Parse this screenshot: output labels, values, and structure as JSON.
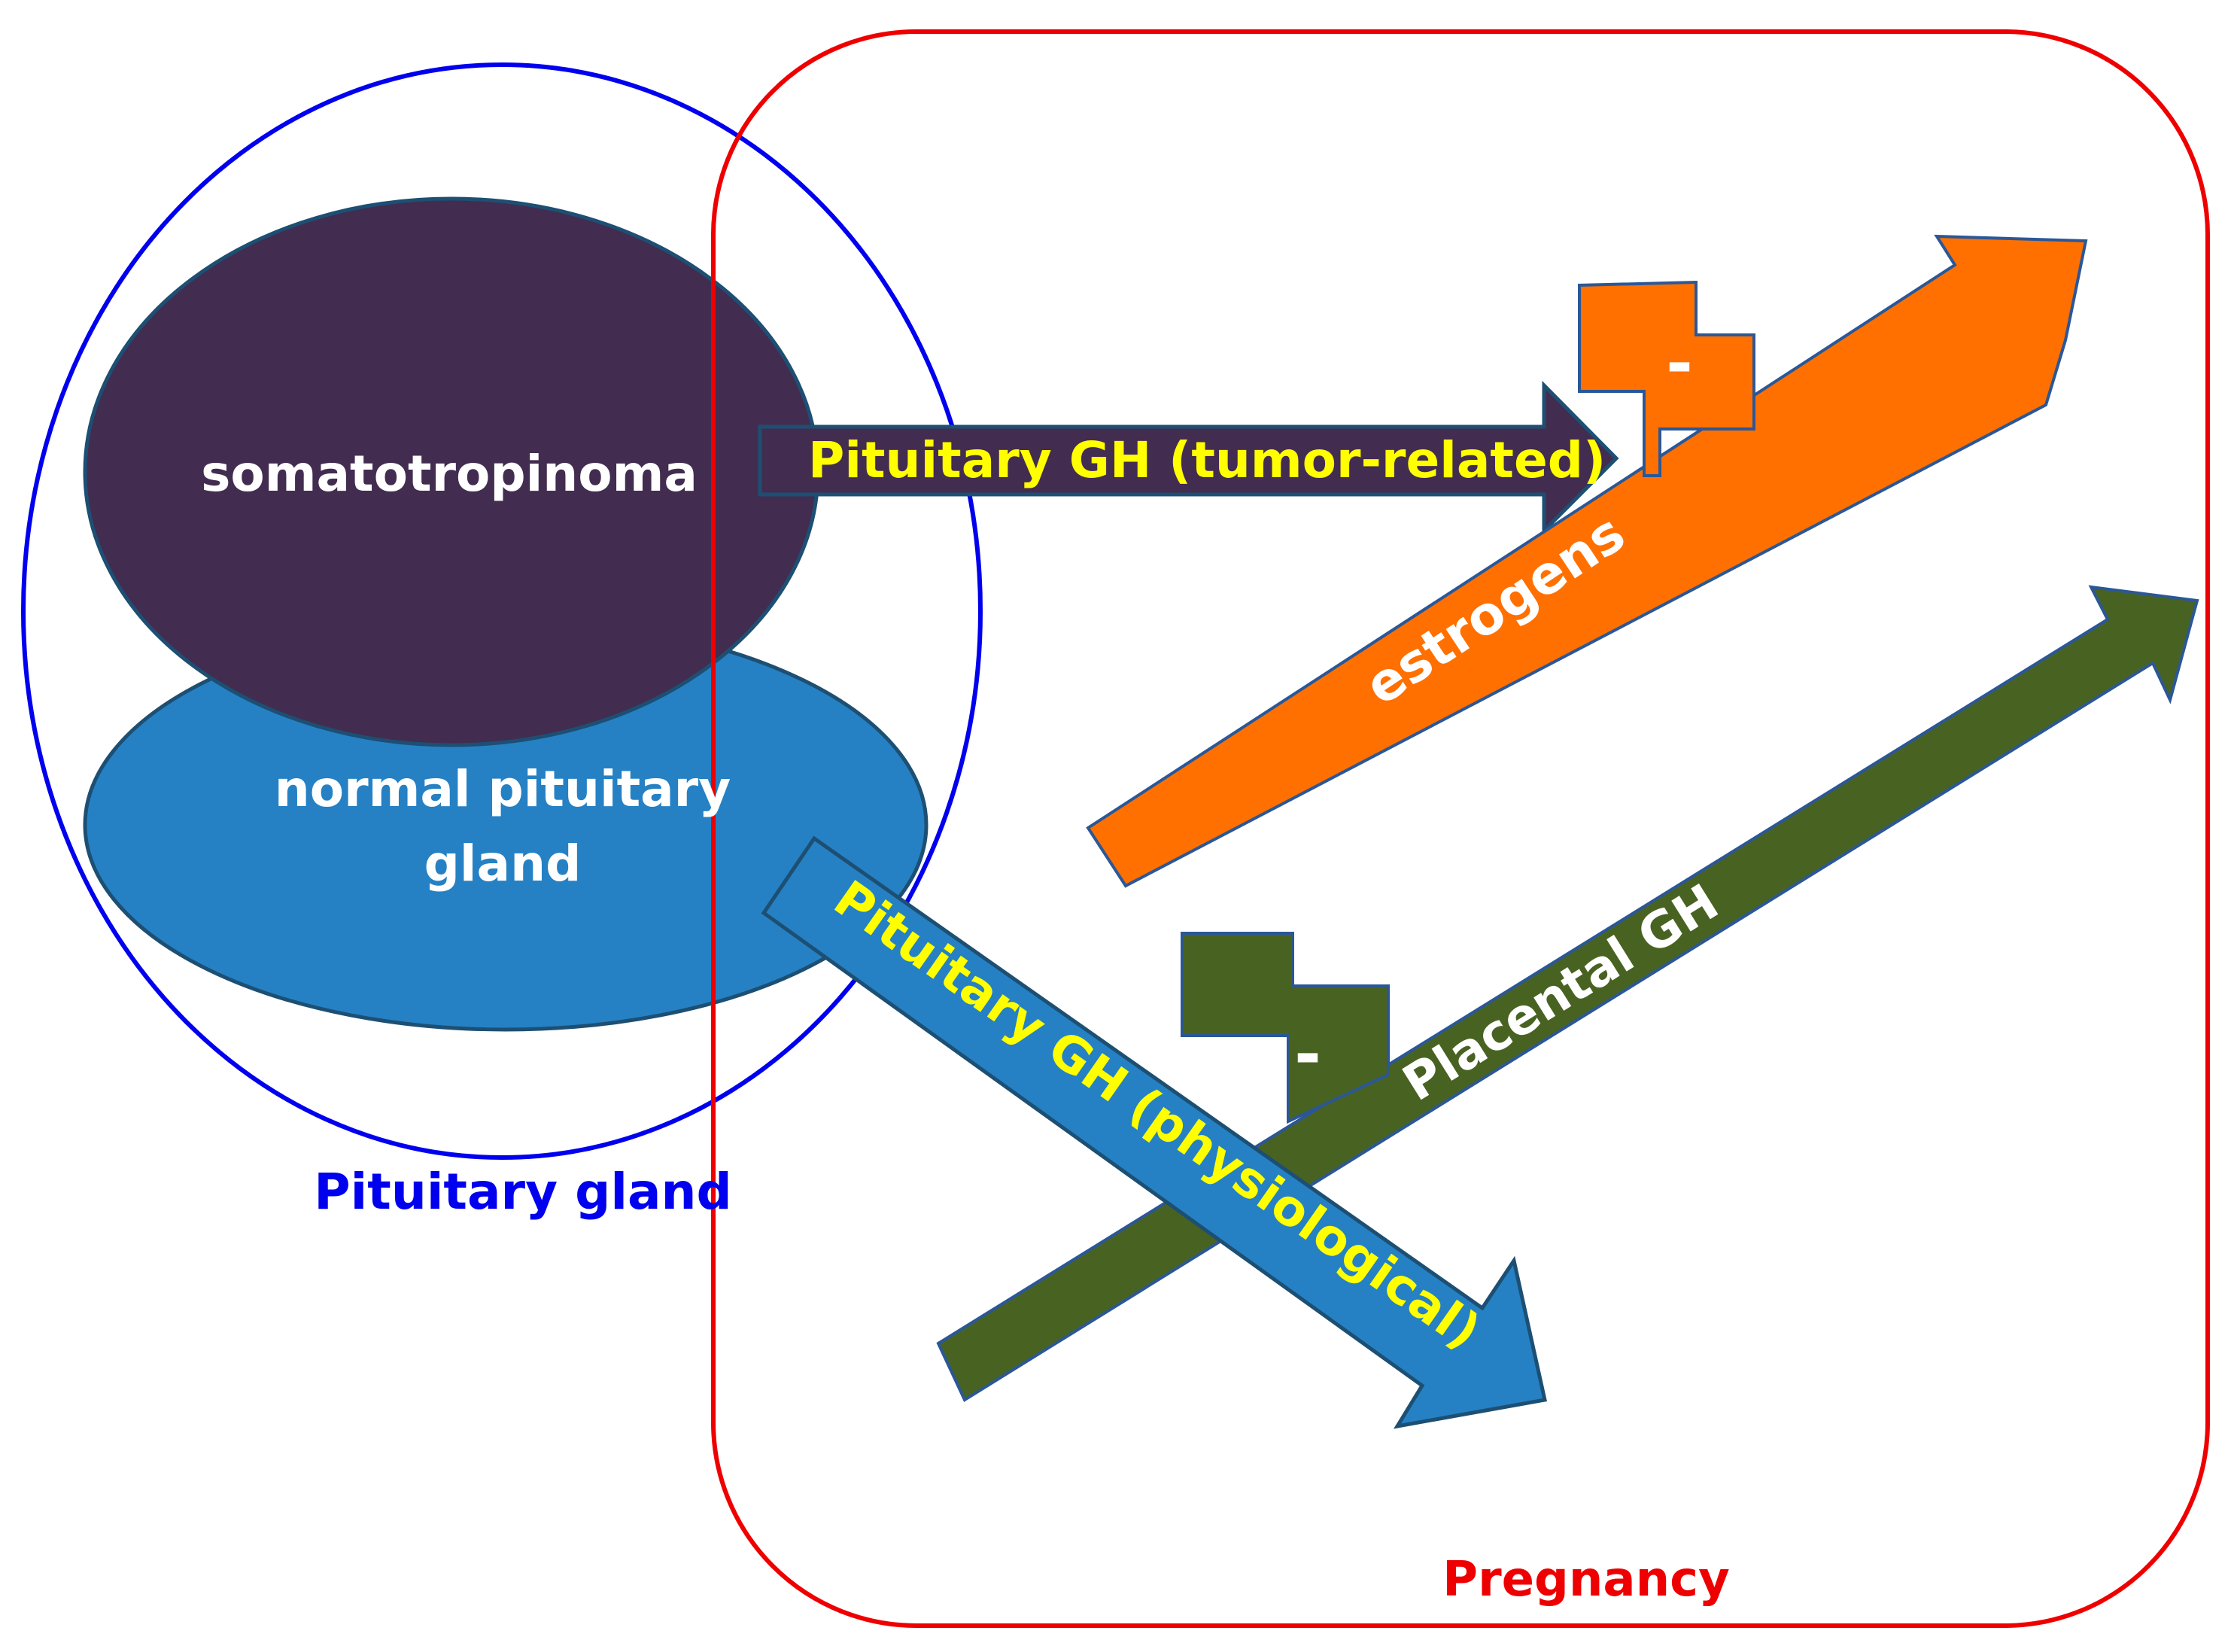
{
  "labels": {
    "somatotropinoma": "somatotropinoma",
    "normal_line1": "normal pituitary",
    "normal_line2": "gland",
    "pituitary_gland": "Pituitary gland",
    "pregnancy": "Pregnancy",
    "gh_tumor": "Pituitary GH (tumor-related)",
    "estrogens": "estrogens",
    "placental_gh": "Placental GH",
    "gh_physiological": "Pituitary GH (physiological)",
    "inhibit_top": "-",
    "inhibit_bottom": "-"
  },
  "colors": {
    "pituitary_outline": "#0000ee",
    "pregnancy_outline": "#ee0000",
    "somatotropinoma": "#422c50",
    "normal_pituitary": "#2581c4",
    "estrogens": "#ff7000",
    "placental": "#486321",
    "label_yellow": "#ffff00",
    "label_white": "#ffffff"
  }
}
